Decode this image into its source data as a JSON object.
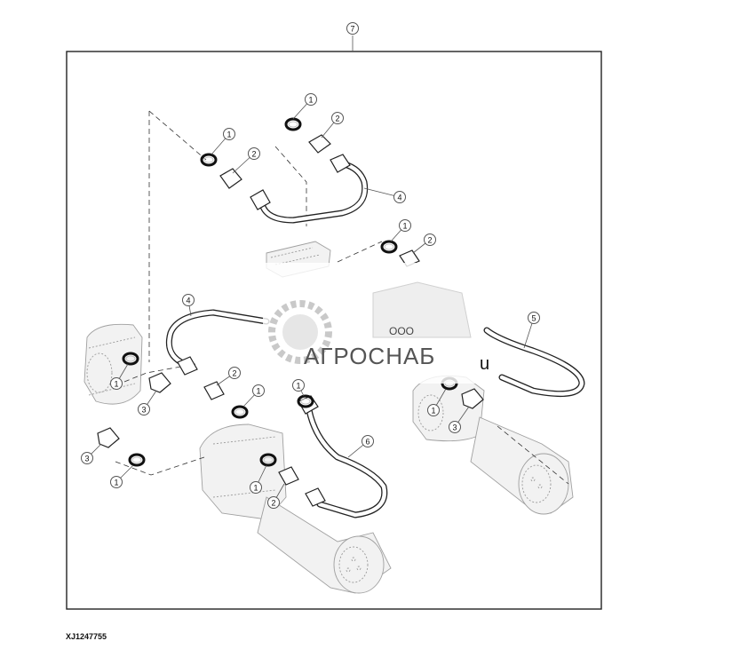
{
  "figure_id": "XJ1247755",
  "watermark": {
    "prefix": "ООО",
    "brand": "АГРОСНАБ",
    "suffix": "u"
  },
  "callouts": [
    {
      "key": "assembly",
      "label": "7"
    },
    {
      "key": "ring-top-right",
      "label": "1"
    },
    {
      "key": "fitting-top-right",
      "label": "2"
    },
    {
      "key": "ring-top-left",
      "label": "1"
    },
    {
      "key": "fitting-top-left",
      "label": "2"
    },
    {
      "key": "hose-top",
      "label": "4"
    },
    {
      "key": "ring-mid-right",
      "label": "1"
    },
    {
      "key": "fitting-mid-right",
      "label": "2"
    },
    {
      "key": "hose-left",
      "label": "4"
    },
    {
      "key": "hose-right",
      "label": "5"
    },
    {
      "key": "fitting-mid-left",
      "label": "2"
    },
    {
      "key": "ring-mid-left",
      "label": "1"
    },
    {
      "key": "ring-left-motor",
      "label": "1"
    },
    {
      "key": "plug-left-motor",
      "label": "3"
    },
    {
      "key": "ring-center-top",
      "label": "1"
    },
    {
      "key": "hose-center",
      "label": "6"
    },
    {
      "key": "ring-right-motor",
      "label": "1"
    },
    {
      "key": "plug-right-motor",
      "label": "3"
    },
    {
      "key": "plug-lower-left",
      "label": "3"
    },
    {
      "key": "ring-lower-left",
      "label": "1"
    },
    {
      "key": "ring-center-low",
      "label": "1"
    },
    {
      "key": "fitting-center-low",
      "label": "2"
    }
  ]
}
